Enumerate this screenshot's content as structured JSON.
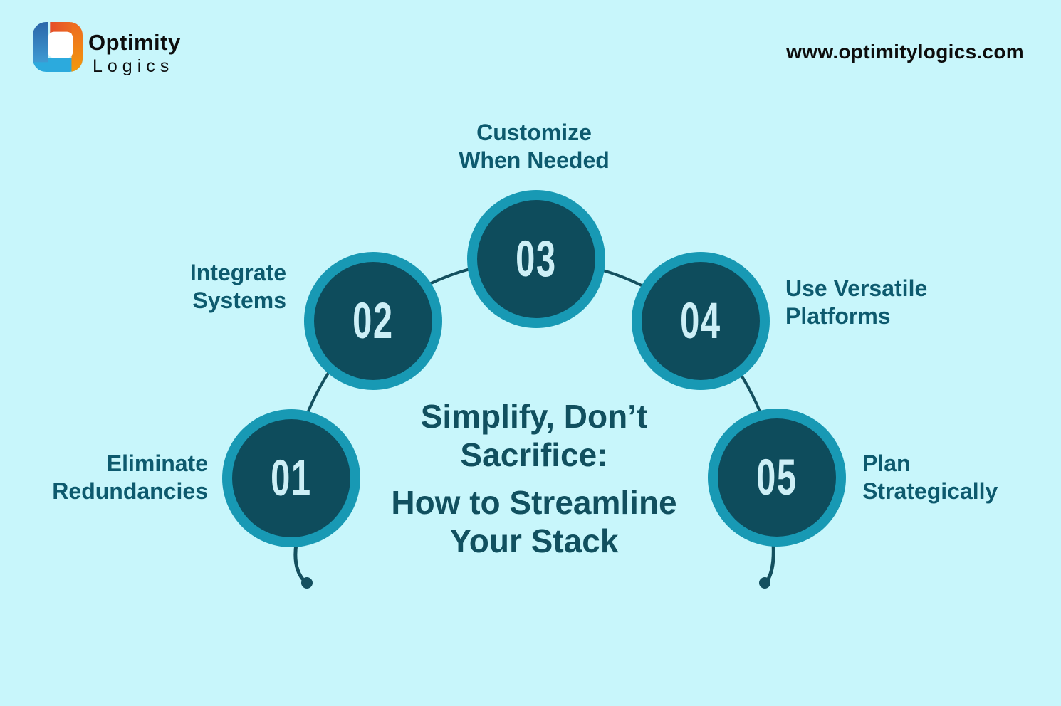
{
  "header": {
    "brand_line1": "Optimity",
    "brand_line2": "Logics",
    "website": "www.optimitylogics.com"
  },
  "title": {
    "line1": "Simplify, Don’t",
    "line2": "Sacrifice:",
    "line3": "How to Streamline",
    "line4": "Your Stack"
  },
  "steps": [
    {
      "number": "01",
      "label_line1": "Eliminate",
      "label_line2": "Redundancies"
    },
    {
      "number": "02",
      "label_line1": "Integrate",
      "label_line2": "Systems"
    },
    {
      "number": "03",
      "label_line1": "Customize",
      "label_line2": "When Needed"
    },
    {
      "number": "04",
      "label_line1": "Use Versatile",
      "label_line2": "Platforms"
    },
    {
      "number": "05",
      "label_line1": "Plan",
      "label_line2": "Strategically"
    }
  ],
  "colors": {
    "background": "#c8f6fb",
    "circle_ring": "#1899b4",
    "circle_fill": "#0e4c5c",
    "number_text": "#cdeff6",
    "label_text": "#0d5a6e",
    "title_text": "#11505f",
    "connector": "#14505f",
    "brand_text": "#0d0d0d",
    "logo_blue_dark": "#2b66a9",
    "logo_blue_light": "#2caadd",
    "logo_red_orange": "#e64e28",
    "logo_orange": "#f3990b"
  }
}
